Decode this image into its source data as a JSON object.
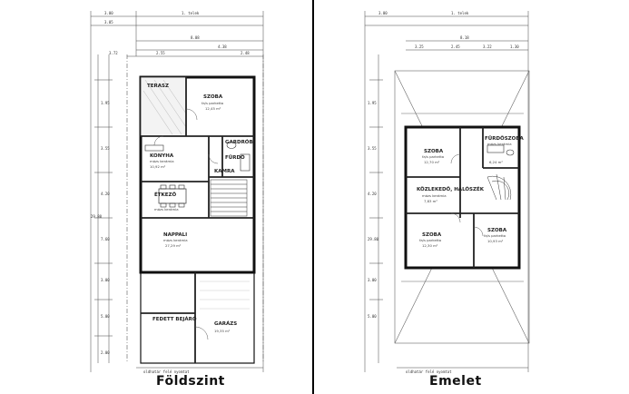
{
  "panels": [
    {
      "caption": "Földszint",
      "rooms": [
        {
          "name": "SZOBA",
          "note": "fa/s parketta",
          "area": "12,45 m²"
        },
        {
          "name": "KONYHA",
          "note": "mázs kerámia",
          "area": "10,92 m²"
        },
        {
          "name": "ÉTKEZŐ",
          "note": "mázs kerámia",
          "area": ""
        },
        {
          "name": "NAPPALI",
          "note": "mázs kerámia",
          "area": "27,29 m²"
        },
        {
          "name": "GARÁZS",
          "note": "",
          "area": "19,35 m²"
        },
        {
          "name": "FEDETT BEJÁRÓ",
          "note": "",
          "area": ""
        },
        {
          "name": "TERASZ",
          "note": "",
          "area": ""
        },
        {
          "name": "FÜRDŐ",
          "note": "",
          "area": ""
        },
        {
          "name": "KAMRA",
          "note": "",
          "area": ""
        },
        {
          "name": "GARDRÓB",
          "note": "",
          "area": ""
        }
      ],
      "dims_top": [
        "3.00",
        "1. telek",
        "3.05",
        "8.08",
        "4.38",
        "2.48",
        "2.55",
        "3.72"
      ],
      "dims_side": [
        "1.95",
        "3.55",
        "4.20",
        "7.60",
        "29.80",
        "3.00",
        "5.00",
        "2.00"
      ],
      "footer_note": "oldhatár felé nyomtat"
    },
    {
      "caption": "Emelet",
      "rooms": [
        {
          "name": "SZOBA",
          "note": "fa/s parketta",
          "area": "12,70 m²"
        },
        {
          "name": "FÜRDŐSZOBA",
          "note": "mázs kerámia",
          "area": "6,24 m²"
        },
        {
          "name": "KÖZLEKEDŐ, HÁLÓSZÉK",
          "note": "mázs kerámia",
          "area": "7,83 m²"
        },
        {
          "name": "SZOBA",
          "note": "fa/s parketta",
          "area": "12,30 m²"
        },
        {
          "name": "SZOBA",
          "note": "fa/s parketta",
          "area": "10,93 m²"
        }
      ],
      "dims_top": [
        "3.00",
        "1. telek",
        "8.18",
        "3.25",
        "2.45",
        "3.22",
        "1.30"
      ],
      "dims_side": [
        "1.95",
        "3.55",
        "4.20",
        "29.80",
        "3.00",
        "5.00"
      ],
      "footer_note": "oldhatár felé nyomtat"
    }
  ]
}
